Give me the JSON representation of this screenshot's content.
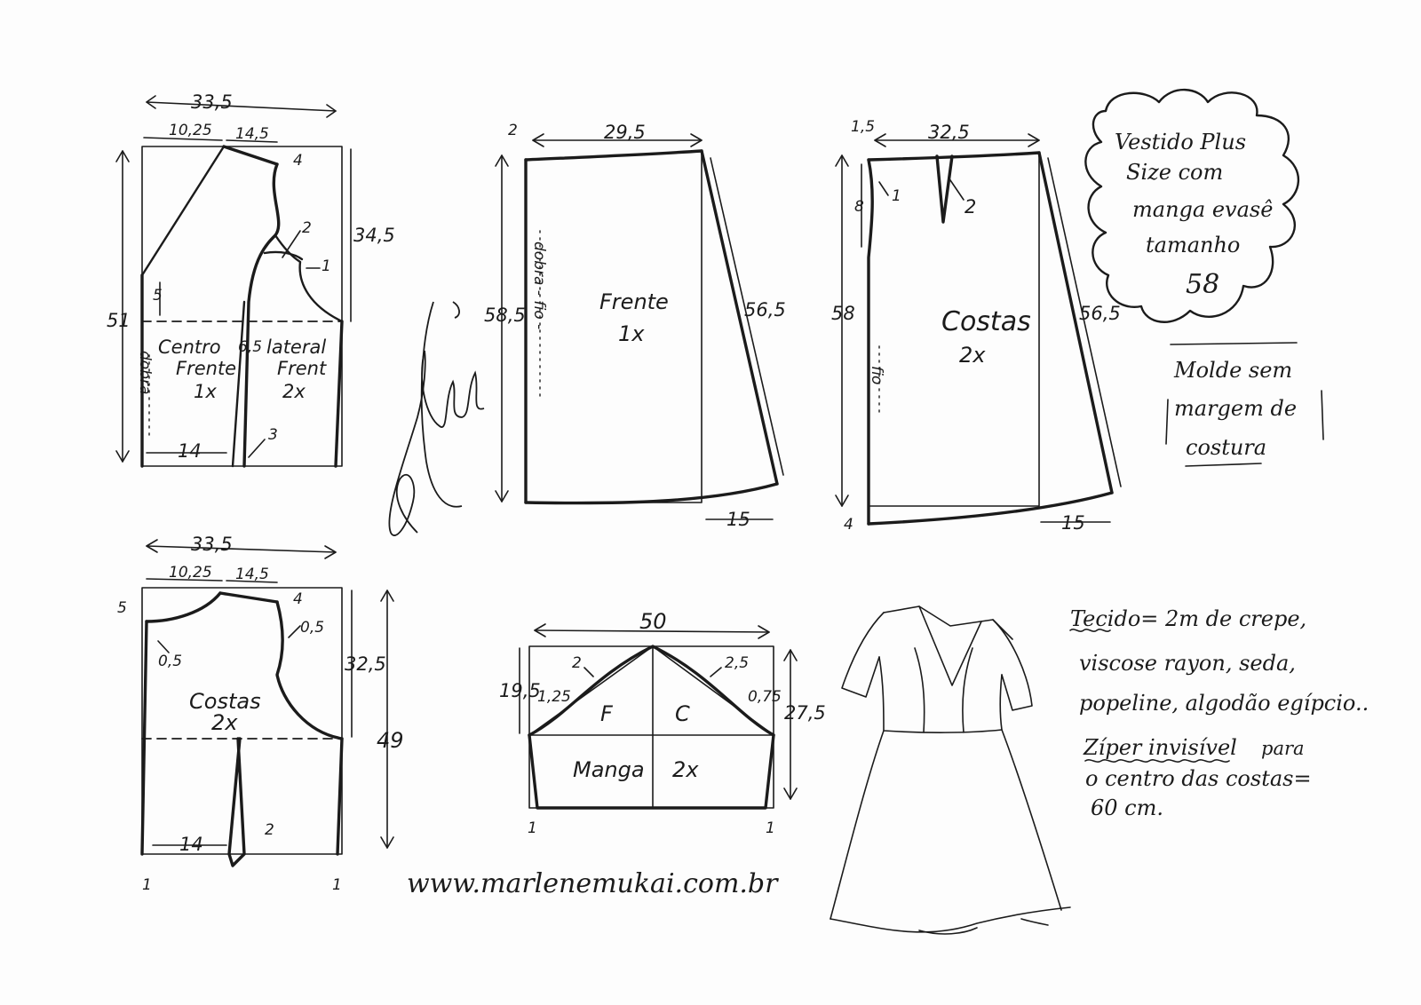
{
  "title": {
    "line1": "Vestido Plus",
    "line2": "Size com",
    "line3": "manga evasê",
    "line4": "tamanho",
    "line5": "58"
  },
  "note": {
    "line1": "Molde sem",
    "line2": "margem de",
    "line3": "costura"
  },
  "fabric": {
    "line1": "Tecido= 2m de crepe,",
    "line2": "viscose rayon, seda,",
    "line3": "popeline, algodão egípcio..",
    "line4a": "Zíper invisível",
    "line4b": "para",
    "line5": "o centro das costas=",
    "line6": "60 cm."
  },
  "website": "www.marlenemukai.com.br",
  "front_bodice": {
    "width": "33,5",
    "neck": "10,25",
    "shoulder": "14,5",
    "shoulder_drop": "4",
    "height": "51",
    "armhole": "34,5",
    "neck_depth": "5",
    "dart_top": "6,5",
    "m1": "1",
    "m2": "2",
    "m3": "3",
    "waist": "14",
    "label1": "Centro",
    "label2": "Frente",
    "label3": "1x",
    "label4": "lateral",
    "label5": "Frent",
    "label6": "2x",
    "fold": "dobra"
  },
  "front_skirt": {
    "top_mark": "2",
    "width": "29,5",
    "height": "58,5",
    "side": "56,5",
    "hem_ext": "15",
    "fold": "dobra - fio -",
    "label1": "Frente",
    "label2": "1x"
  },
  "back_skirt": {
    "top_mark": "1,5",
    "width": "32,5",
    "dart_depth": "8",
    "m1": "1",
    "m2": "2",
    "height": "58",
    "side": "56,5",
    "hem_ext": "15",
    "hem_mark": "4",
    "grain": "fio",
    "label1": "Costas",
    "label2": "2x"
  },
  "back_bodice": {
    "width": "33,5",
    "neck": "10,25",
    "shoulder": "14,5",
    "shoulder_drop": "4",
    "neck_mark": "5",
    "m05a": "0,5",
    "m05b": "0,5",
    "armhole": "32,5",
    "height": "49",
    "waist": "14",
    "m2": "2",
    "m1a": "1",
    "m1b": "1",
    "label1": "Costas",
    "label2": "2x"
  },
  "sleeve": {
    "width": "50",
    "cap_height": "19,5",
    "side_height": "27,5",
    "m125": "1,25",
    "m2": "2",
    "m25": "2,5",
    "m075": "0,75",
    "front": "F",
    "back": "C",
    "label1": "Manga",
    "label2": "2x",
    "m1a": "1",
    "m1b": "1"
  }
}
